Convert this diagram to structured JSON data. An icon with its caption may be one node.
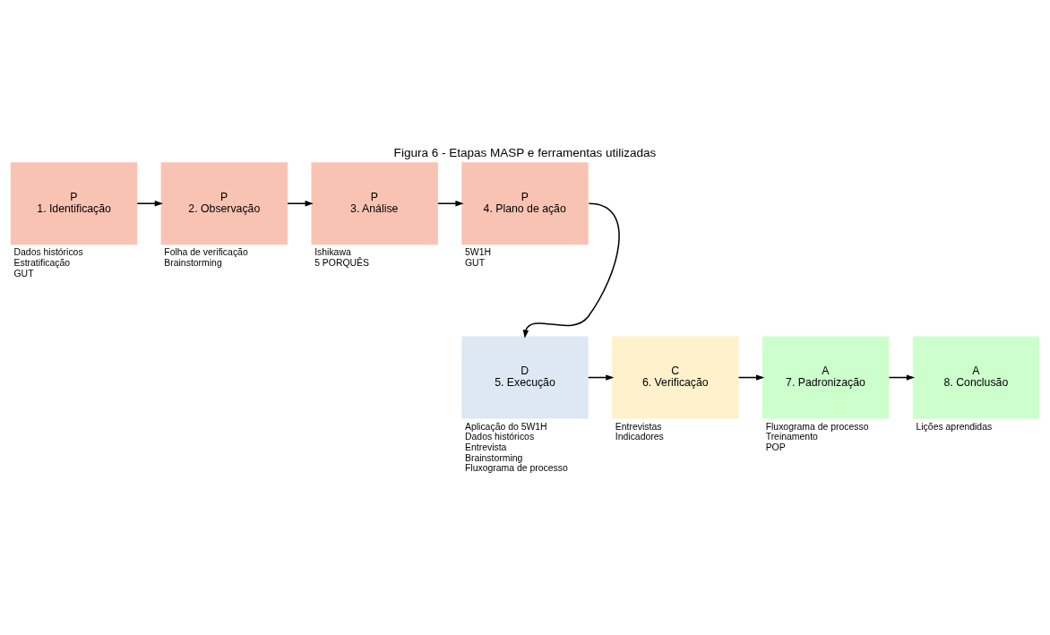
{
  "diagram": {
    "title": "Figura 6 - Etapas MASP e ferramentas utilizadas",
    "nodes": [
      {
        "text": [
          "P",
          "1. Identificação"
        ],
        "beside": [
          "Dados históricos",
          "Estratificação",
          "GUT"
        ]
      },
      {
        "text": [
          "P",
          "2. Observação"
        ],
        "beside": [
          "Folha de verificação",
          "Brainstorming"
        ]
      },
      {
        "text": [
          "P",
          "3. Análise"
        ],
        "beside": [
          "Ishikawa",
          "5 PORQUÊS"
        ]
      },
      {
        "text": [
          "P",
          "4. Plano de ação"
        ],
        "beside": [
          "5W1H",
          "GUT"
        ]
      },
      {
        "text": [
          "D",
          "5. Execução"
        ],
        "beside": [
          "Aplicação do 5W1H",
          "Dados históricos",
          "Entrevista",
          "Brainstorming",
          "Fluxograma de processo"
        ]
      },
      {
        "text": [
          "C",
          "6. Verificação"
        ],
        "beside": [
          "Entrevistas",
          "Indicadores"
        ]
      },
      {
        "text": [
          "A",
          "7. Padronização"
        ],
        "beside": [
          "Fluxograma de processo",
          "Treinamento",
          "POP"
        ]
      },
      {
        "text": [
          "A",
          "8. Conclusão"
        ],
        "beside": [
          "Lições aprendidas"
        ]
      }
    ],
    "edges": [
      {
        "from": 0,
        "to": 1,
        "arrow": "to"
      },
      {
        "from": 1,
        "to": 2,
        "arrow": "to"
      },
      {
        "from": 2,
        "to": 3,
        "arrow": "to"
      },
      {
        "from": 3,
        "to": 4,
        "arrow": "to"
      },
      {
        "from": 4,
        "to": 5,
        "arrow": "to"
      },
      {
        "from": 5,
        "to": 6,
        "arrow": "to"
      },
      {
        "from": 6,
        "to": 7,
        "arrow": "to"
      }
    ]
  }
}
